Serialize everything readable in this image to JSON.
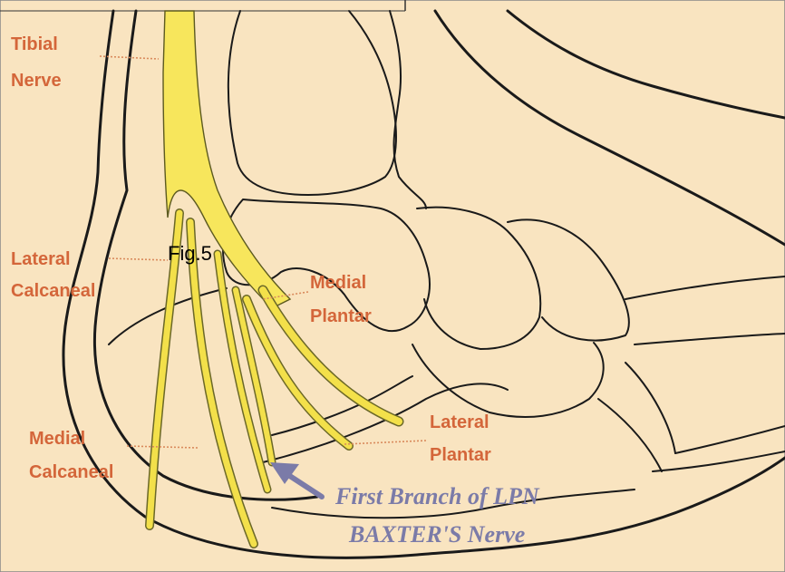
{
  "labels": {
    "tibial_nerve": [
      "Tibial",
      "Nerve"
    ],
    "lateral_calcaneal": [
      "Lateral",
      "Calcaneal"
    ],
    "medial_plantar": [
      "Medial",
      "Plantar"
    ],
    "medial_calcaneal": [
      "Medial",
      "Calcaneal"
    ],
    "lateral_plantar": [
      "Lateral",
      "Plantar"
    ],
    "figure": "Fig.5",
    "first_branch": "First Branch of LPN",
    "baxters_nerve": "BAXTER'S Nerve"
  },
  "colors": {
    "background": "#F9E4C0",
    "nerve": "#F7E65C",
    "label": "#D4663A",
    "caption": "#7B7BA8",
    "outline": "#1a1a1a"
  }
}
